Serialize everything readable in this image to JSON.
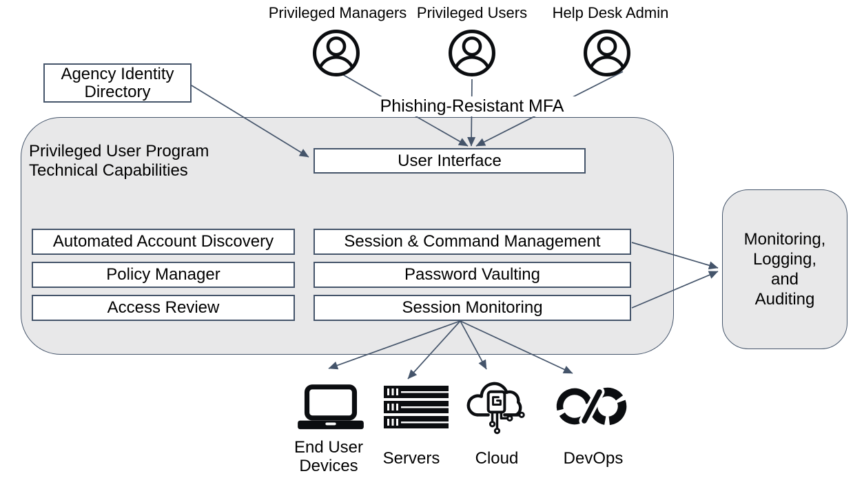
{
  "actors": [
    {
      "label": "Privileged Managers",
      "icon": "user-circle-icon"
    },
    {
      "label": "Privileged Users",
      "icon": "user-circle-icon"
    },
    {
      "label": "Help Desk Admin",
      "icon": "user-circle-icon"
    }
  ],
  "mfa_label": "Phishing-Resistant MFA",
  "agency_directory": {
    "label": "Agency Identity Directory"
  },
  "program": {
    "title_lines": [
      "Privileged User Program",
      "Technical Capabilities"
    ],
    "user_interface_label": "User Interface",
    "capabilities_left": [
      "Automated Account Discovery",
      "Policy Manager",
      "Access Review"
    ],
    "capabilities_right": [
      "Session & Command Management",
      "Password Vaulting",
      "Session Monitoring"
    ]
  },
  "monitoring_box": {
    "lines": [
      "Monitoring,",
      "Logging,",
      "and",
      "Auditing"
    ]
  },
  "targets": [
    {
      "label": "End User Devices",
      "icon": "laptop-icon"
    },
    {
      "label": "Servers",
      "icon": "servers-icon"
    },
    {
      "label": "Cloud",
      "icon": "cloud-circuit-icon"
    },
    {
      "label": "DevOps",
      "icon": "devops-infinity-icon"
    }
  ],
  "colors": {
    "connector": "#44546A",
    "container_fill": "#E8E8E9",
    "box_fill": "#FFFFFF",
    "icon": "#0B0D10",
    "text": "#000000"
  }
}
